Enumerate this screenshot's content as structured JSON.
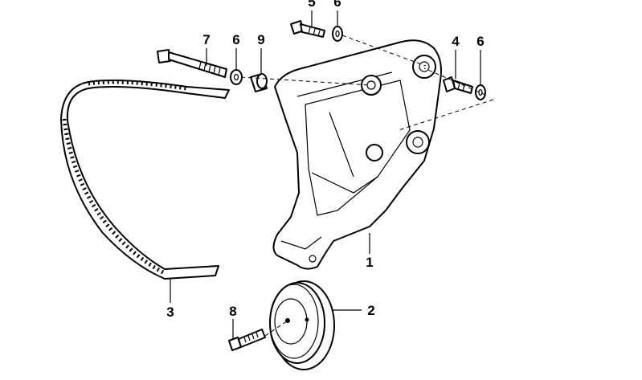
{
  "callouts": {
    "belt": "3",
    "bracket": "1",
    "pulley": "2",
    "bolt_pulley": "8",
    "bolt_long": "7",
    "washer_left": "6",
    "spacer": "9",
    "bolt_top": "5",
    "washer_top": "6",
    "bolt_right": "4",
    "washer_right": "6"
  },
  "colors": {
    "line": "#000000",
    "background": "#ffffff"
  }
}
